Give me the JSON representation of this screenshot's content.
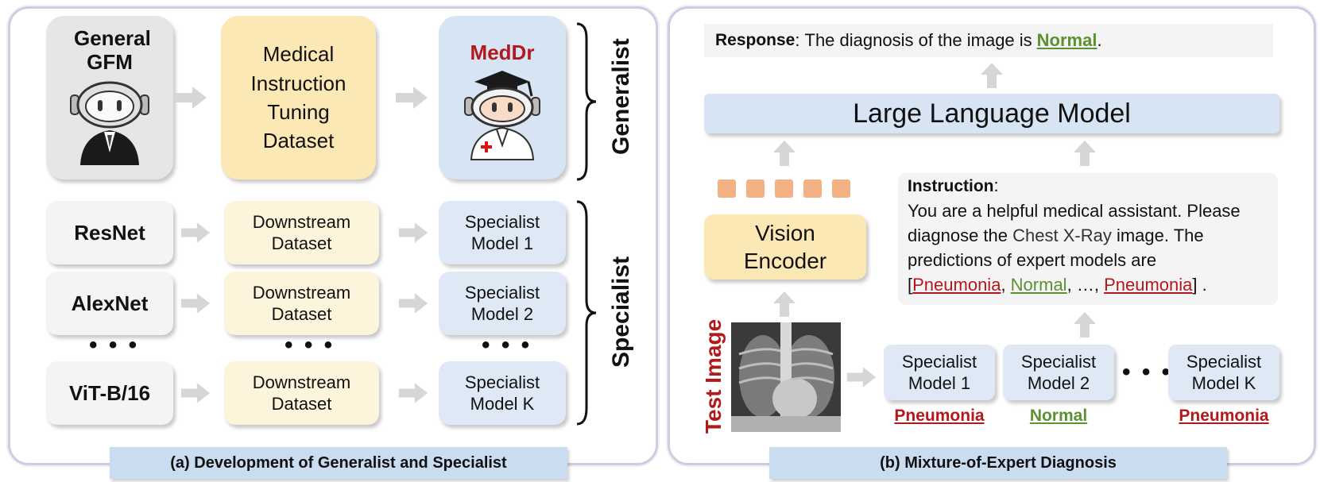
{
  "panel_a": {
    "generalist_row": {
      "general_gfm": "General GFM",
      "dataset": "Medical Instruction Tuning Dataset",
      "meddr": "MedDr"
    },
    "specialist_rows": [
      {
        "model": "ResNet",
        "dataset": "Downstream Dataset",
        "specialist": "Specialist Model 1"
      },
      {
        "model": "AlexNet",
        "dataset": "Downstream Dataset",
        "specialist": "Specialist Model 2"
      },
      {
        "model": "ViT-B/16",
        "dataset": "Downstream Dataset",
        "specialist": "Specialist Model K"
      }
    ],
    "dots": "• • •",
    "generalist_label": "Generalist",
    "specialist_label": "Specialist",
    "caption": "(a) Development of Generalist and Specialist"
  },
  "panel_b": {
    "response_label": "Response",
    "response_text": "The diagnosis of the image is",
    "response_answer": "Normal",
    "llm": "Large Language Model",
    "vision_encoder": "Vision Encoder",
    "instruction_label": "Instruction",
    "instruction_line1": "You are a helpful medical assistant. Please",
    "instruction_line2a": "diagnose the",
    "instruction_line2b": "Chest X-Ray",
    "instruction_line2c": "image. The",
    "instruction_line3": "predictions of expert models are",
    "instruction_pred1": "Pneumonia",
    "instruction_pred2": "Normal",
    "instruction_pred3": "Pneumonia",
    "instruction_ellipsis": "…,",
    "test_image_label": "Test Image",
    "specialists": [
      {
        "name": "Specialist Model 1",
        "pred": "Pneumonia",
        "color": "#b2191c"
      },
      {
        "name": "Specialist Model 2",
        "pred": "Normal",
        "color": "#5b9130"
      },
      {
        "name": "Specialist Model K",
        "pred": "Pneumonia",
        "color": "#b2191c"
      }
    ],
    "dots": "• • •",
    "caption": "(b) Mixture-of-Expert Diagnosis"
  },
  "colors": {
    "panel_border": "#c9cfe0",
    "yellow": "#fbe8b4",
    "blue": "#d6e4f3",
    "gray": "#e6e6e6",
    "token": "#f3b183",
    "red": "#b2191c",
    "green": "#5b9130",
    "caption_bg": "#c9dcf0"
  }
}
